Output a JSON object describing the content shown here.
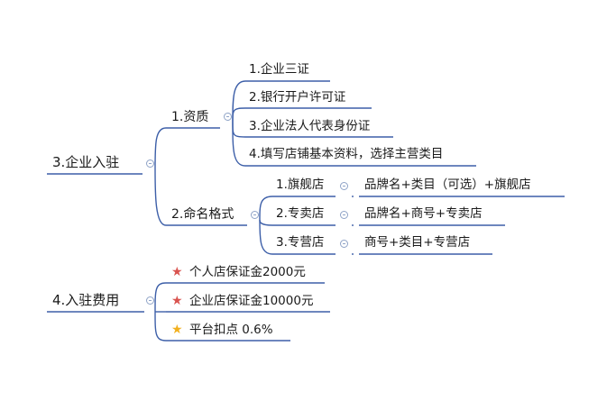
{
  "colors": {
    "line": "#3d5fa8",
    "text": "#1a1a1a",
    "star_red": "#d9534f",
    "star_gold": "#f2b01e"
  },
  "root_enterprise": "3.企业入驻",
  "qualification": {
    "label": "1.资质",
    "items": [
      "1.企业三证",
      "2.银行开户许可证",
      "3.企业法人代表身份证",
      "4.填写店铺基本资料，选择主营类目"
    ]
  },
  "naming": {
    "label": "2.命名格式",
    "rows": [
      {
        "type": "1.旗舰店",
        "format": "品牌名+类目（可选）+旗舰店"
      },
      {
        "type": "2.专卖店",
        "format": "品牌名+商号+专卖店"
      },
      {
        "type": "3.专营店",
        "format": "商号+类目+专营店"
      }
    ]
  },
  "root_fees": "4.入驻费用",
  "fees": [
    {
      "icon": "star-red-icon",
      "text": "个人店保证金2000元"
    },
    {
      "icon": "star-red-icon",
      "text": "企业店保证金10000元"
    },
    {
      "icon": "star-gold-icon",
      "text": "平台扣点 0.6%"
    }
  ]
}
